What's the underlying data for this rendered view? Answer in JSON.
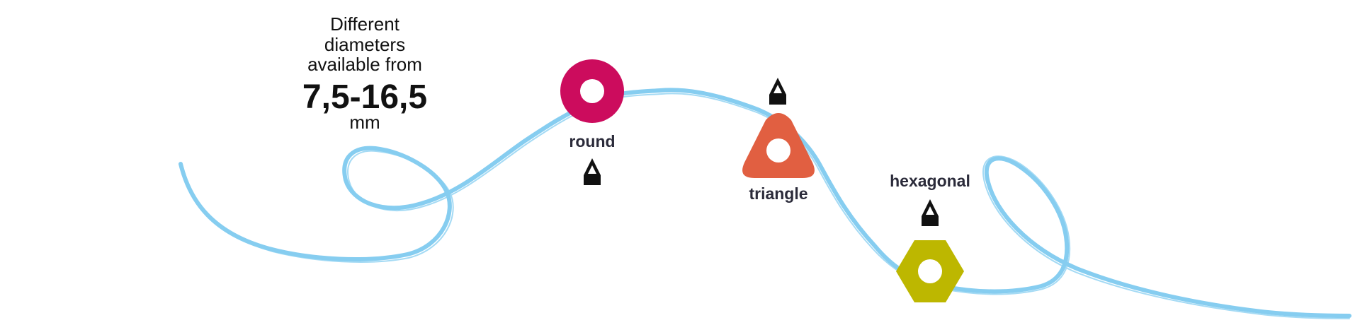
{
  "heading": {
    "line1": "Different",
    "line2": "diameters",
    "line3": "available from",
    "range": "7,5-16,5",
    "unit": "mm"
  },
  "shapes": [
    {
      "id": "round",
      "label": "round",
      "color": "#cc0c5d",
      "icon": "circle-ring-icon"
    },
    {
      "id": "triangle",
      "label": "triangle",
      "color": "#e15f41",
      "icon": "triangle-ring-icon"
    },
    {
      "id": "hexagonal",
      "label": "hexagonal",
      "color": "#bdb700",
      "icon": "hexagon-ring-icon"
    }
  ],
  "colors": {
    "line": "#86cdf0",
    "text": "#2b2b3a",
    "pencil": "#111111"
  }
}
